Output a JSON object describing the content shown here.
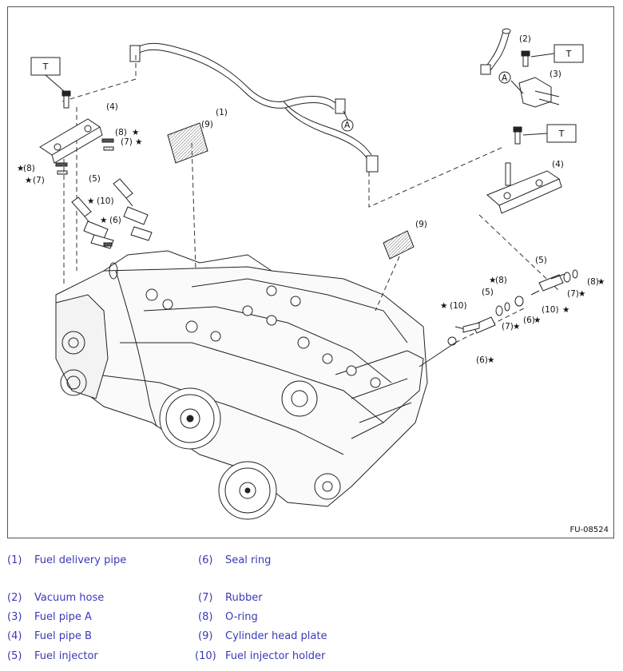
{
  "diagram": {
    "figure_id": "FU-08524",
    "torque_marker": "T",
    "star": "★",
    "callouts": {
      "c1": "(1)",
      "c2": "(2)",
      "c3": "(3)",
      "c4a": "(4)",
      "c4b": "(4)",
      "c5a": "(5)",
      "c5b": "(5)",
      "c5c": "(5)",
      "c6a": "(6)",
      "c6b": "(6)",
      "c6c": "(6)",
      "c7a": "(7)",
      "c7b": "(7)",
      "c7c": "(7)",
      "c7d": "(7)",
      "c8a": "(8)",
      "c8b": "(8)",
      "c8c": "(8)",
      "c8d": "(8)",
      "c9a": "(9)",
      "c9b": "(9)",
      "c10a": "(10)",
      "c10b": "(10)",
      "c10c": "(10)",
      "ref_a": "A"
    }
  },
  "legend": {
    "items": [
      {
        "num": "(1)",
        "label": "Fuel delivery pipe"
      },
      {
        "num": "(6)",
        "label": "Seal ring"
      },
      {
        "num": "(2)",
        "label": "Vacuum hose"
      },
      {
        "num": "(7)",
        "label": "Rubber"
      },
      {
        "num": "(3)",
        "label": "Fuel pipe A"
      },
      {
        "num": "(8)",
        "label": "O-ring"
      },
      {
        "num": "(4)",
        "label": "Fuel pipe B"
      },
      {
        "num": "(9)",
        "label": "Cylinder head plate"
      },
      {
        "num": "(5)",
        "label": "Fuel injector"
      },
      {
        "num": "(10)",
        "label": "Fuel injector holder"
      }
    ]
  },
  "colors": {
    "legend_text": "#3a3ab5",
    "line": "#222222",
    "frame": "#555555"
  }
}
